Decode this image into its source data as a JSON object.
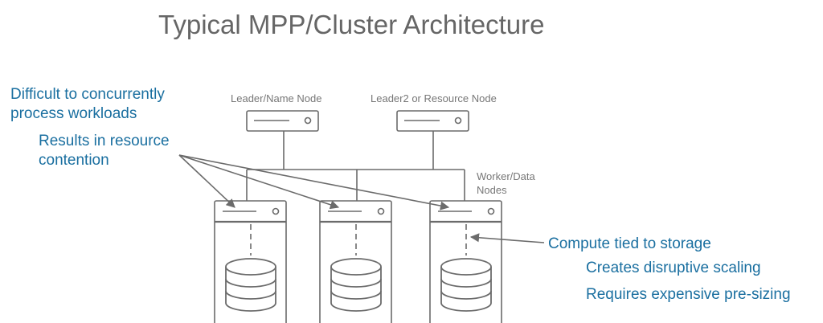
{
  "title": "Typical MPP/Cluster Architecture",
  "callouts": {
    "concurrency": {
      "heading_line1": "Difficult to concurrently",
      "heading_line2": "process workloads",
      "sub_line1": "Results in resource",
      "sub_line2": "contention"
    },
    "storage": {
      "heading": "Compute tied to storage",
      "sub1": "Creates disruptive scaling",
      "sub2": "Requires expensive pre-sizing"
    }
  },
  "nodes": {
    "leader1": "Leader/Name Node",
    "leader2": "Leader2 or Resource Node",
    "workers_line1": "Worker/Data",
    "workers_line2": "Nodes"
  },
  "colors": {
    "title": "#666666",
    "callout_text": "#1a6fa0",
    "diagram_stroke": "#6b6b6b",
    "label_text": "#777777"
  }
}
